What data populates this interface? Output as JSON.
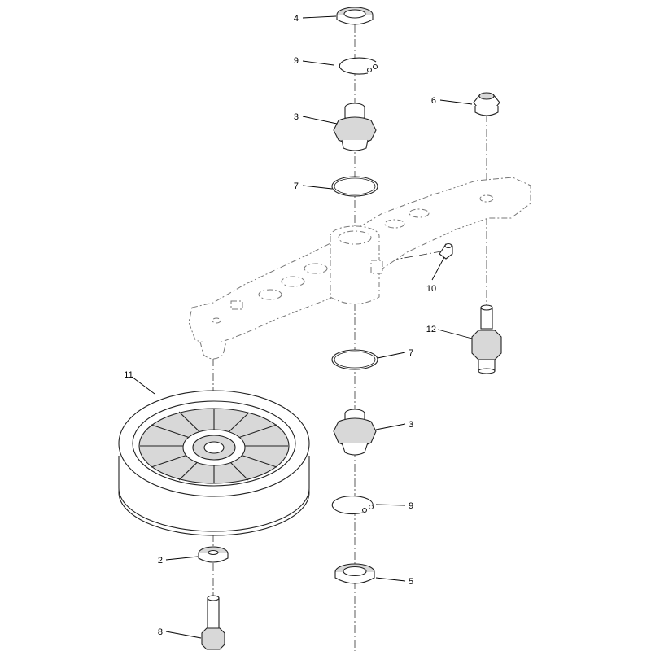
{
  "callouts": [
    {
      "id": "c4a",
      "label": "4"
    },
    {
      "id": "c9a",
      "label": "9"
    },
    {
      "id": "c3a",
      "label": "3"
    },
    {
      "id": "c7a",
      "label": "7"
    },
    {
      "id": "c6",
      "label": "6"
    },
    {
      "id": "c10",
      "label": "10"
    },
    {
      "id": "c12",
      "label": "12"
    },
    {
      "id": "c7b",
      "label": "7"
    },
    {
      "id": "c11",
      "label": "11"
    },
    {
      "id": "c3b",
      "label": "3"
    },
    {
      "id": "c9b",
      "label": "9"
    },
    {
      "id": "c2",
      "label": "2"
    },
    {
      "id": "c5",
      "label": "5"
    },
    {
      "id": "c8",
      "label": "8"
    }
  ]
}
